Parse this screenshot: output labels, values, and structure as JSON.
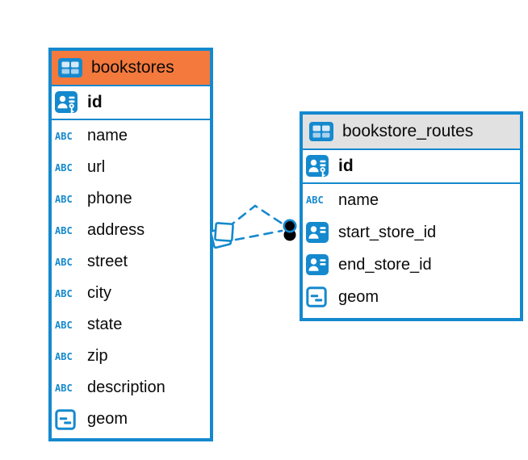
{
  "colors": {
    "accent_blue": "#1489CE",
    "header_orange": "#F4793C",
    "header_gray": "#E1E1E1",
    "table_background": "#FFFFFF",
    "canvas_background": "#FFFFFF",
    "text": "#0A0A0A",
    "marker_black": "#000000"
  },
  "icon_glyphs": {
    "text_type": "ABC"
  },
  "tables": [
    {
      "name": "bookstores",
      "header_style": "orange",
      "primary_key": {
        "label": "id",
        "icon": "primary-key-icon"
      },
      "columns": [
        {
          "label": "name",
          "icon": "text-type-icon"
        },
        {
          "label": "url",
          "icon": "text-type-icon"
        },
        {
          "label": "phone",
          "icon": "text-type-icon"
        },
        {
          "label": "address",
          "icon": "text-type-icon"
        },
        {
          "label": "street",
          "icon": "text-type-icon"
        },
        {
          "label": "city",
          "icon": "text-type-icon"
        },
        {
          "label": "state",
          "icon": "text-type-icon"
        },
        {
          "label": "zip",
          "icon": "text-type-icon"
        },
        {
          "label": "description",
          "icon": "text-type-icon"
        },
        {
          "label": "geom",
          "icon": "geometry-type-icon"
        }
      ]
    },
    {
      "name": "bookstore_routes",
      "header_style": "gray",
      "primary_key": {
        "label": "id",
        "icon": "primary-key-icon"
      },
      "columns": [
        {
          "label": "name",
          "icon": "text-type-icon"
        },
        {
          "label": "start_store_id",
          "icon": "reference-type-icon"
        },
        {
          "label": "end_store_id",
          "icon": "reference-type-icon"
        },
        {
          "label": "geom",
          "icon": "geometry-type-icon"
        }
      ]
    }
  ],
  "relationship": {
    "from_table": "bookstores",
    "to_table": "bookstore_routes",
    "links": 2,
    "line_style": "dashed",
    "from_marker": "overlapping-squares",
    "to_marker": "overlapping-circles"
  }
}
